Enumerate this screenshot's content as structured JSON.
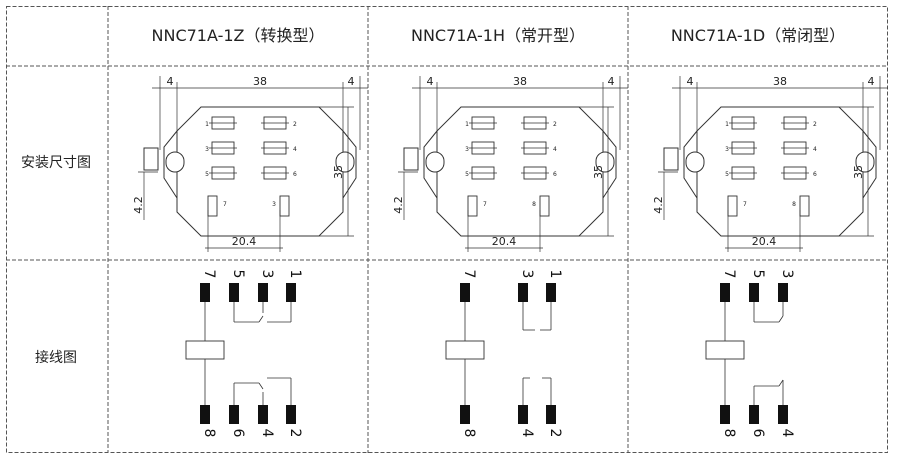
{
  "headers": [
    "NNC71A-1Z（转换型）",
    "NNC71A-1H（常开型）",
    "NNC71A-1D（常闭型）"
  ],
  "row_labels": {
    "dimension": "安装尺寸图",
    "wiring": "接线图"
  },
  "dims": {
    "left_margin": "4",
    "width": "38",
    "right_margin": "4",
    "height": "35",
    "offset": "4.2",
    "pin_span": "20.4"
  },
  "variants": [
    {
      "pin_labels": [
        "1",
        "2",
        "3",
        "4",
        "5",
        "6",
        "7",
        "3"
      ],
      "top_pins": [
        "7",
        "5",
        "3",
        "1"
      ],
      "bottom_pins": [
        "8",
        "6",
        "4",
        "2"
      ]
    },
    {
      "pin_labels": [
        "1",
        "2",
        "3",
        "4",
        "5",
        "6",
        "7",
        "8"
      ],
      "top_pins": [
        "7",
        "3",
        "1"
      ],
      "bottom_pins": [
        "8",
        "4",
        "2"
      ]
    },
    {
      "pin_labels": [
        "1",
        "2",
        "3",
        "4",
        "5",
        "6",
        "7",
        "8"
      ],
      "top_pins": [
        "7",
        "5",
        "3"
      ],
      "bottom_pins": [
        "8",
        "6",
        "4"
      ]
    }
  ]
}
